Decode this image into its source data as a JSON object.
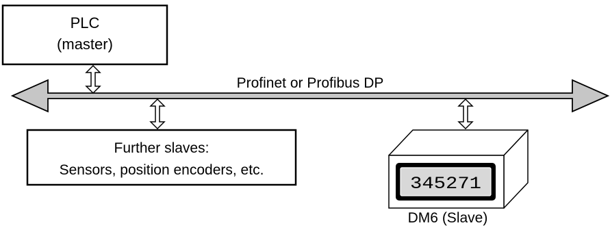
{
  "master": {
    "line1": "PLC",
    "line2": "(master)"
  },
  "bus": {
    "label": "Profinet or Profibus DP"
  },
  "slaves": {
    "line1": "Further slaves:",
    "line2": "Sensors, position encoders, etc."
  },
  "device": {
    "display_value": "345271",
    "caption": "DM6 (Slave)"
  },
  "colors": {
    "bus_fill": "#c6c6c6",
    "stroke": "#000000",
    "background": "#ffffff"
  }
}
